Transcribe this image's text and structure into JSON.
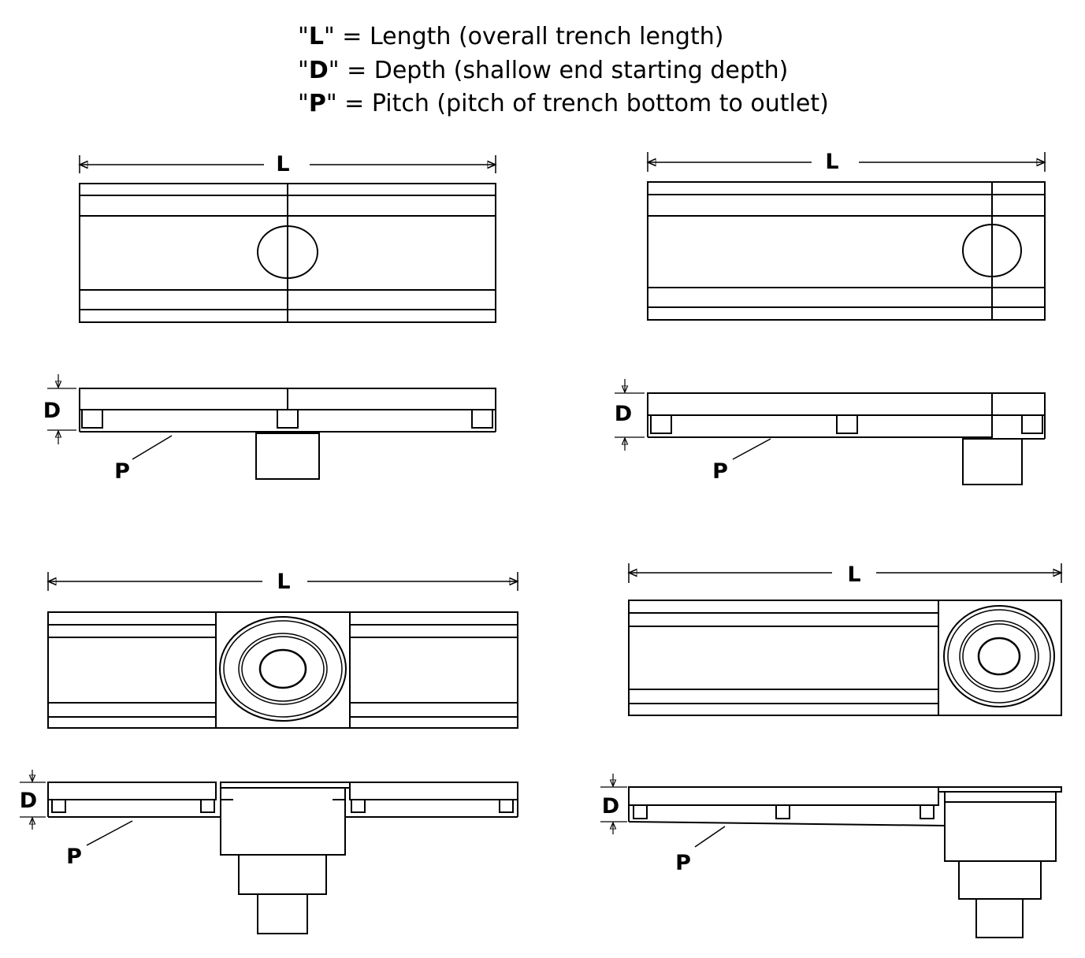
{
  "legend": [
    {
      "key": "L",
      "open_quote": "\"",
      "close_quote": "\"",
      "text": " = Length (overall trench length)"
    },
    {
      "key": "D",
      "open_quote": "\"",
      "close_quote": "\"",
      "text": " = Depth (shallow end starting depth)"
    },
    {
      "key": "P",
      "open_quote": "\"",
      "close_quote": "\"",
      "text": " = Pitch (pitch of trench bottom to outlet)"
    }
  ],
  "drawings": {
    "center_outlet_basic": {
      "length_label": "L",
      "depth_label": "D",
      "pitch_label": "P"
    },
    "end_outlet_basic": {
      "length_label": "L",
      "depth_label": "D",
      "pitch_label": "P"
    },
    "center_outlet_basin": {
      "length_label": "L",
      "depth_label": "D",
      "pitch_label": "P"
    },
    "end_outlet_basin": {
      "length_label": "L",
      "depth_label": "D",
      "pitch_label": "P"
    }
  }
}
